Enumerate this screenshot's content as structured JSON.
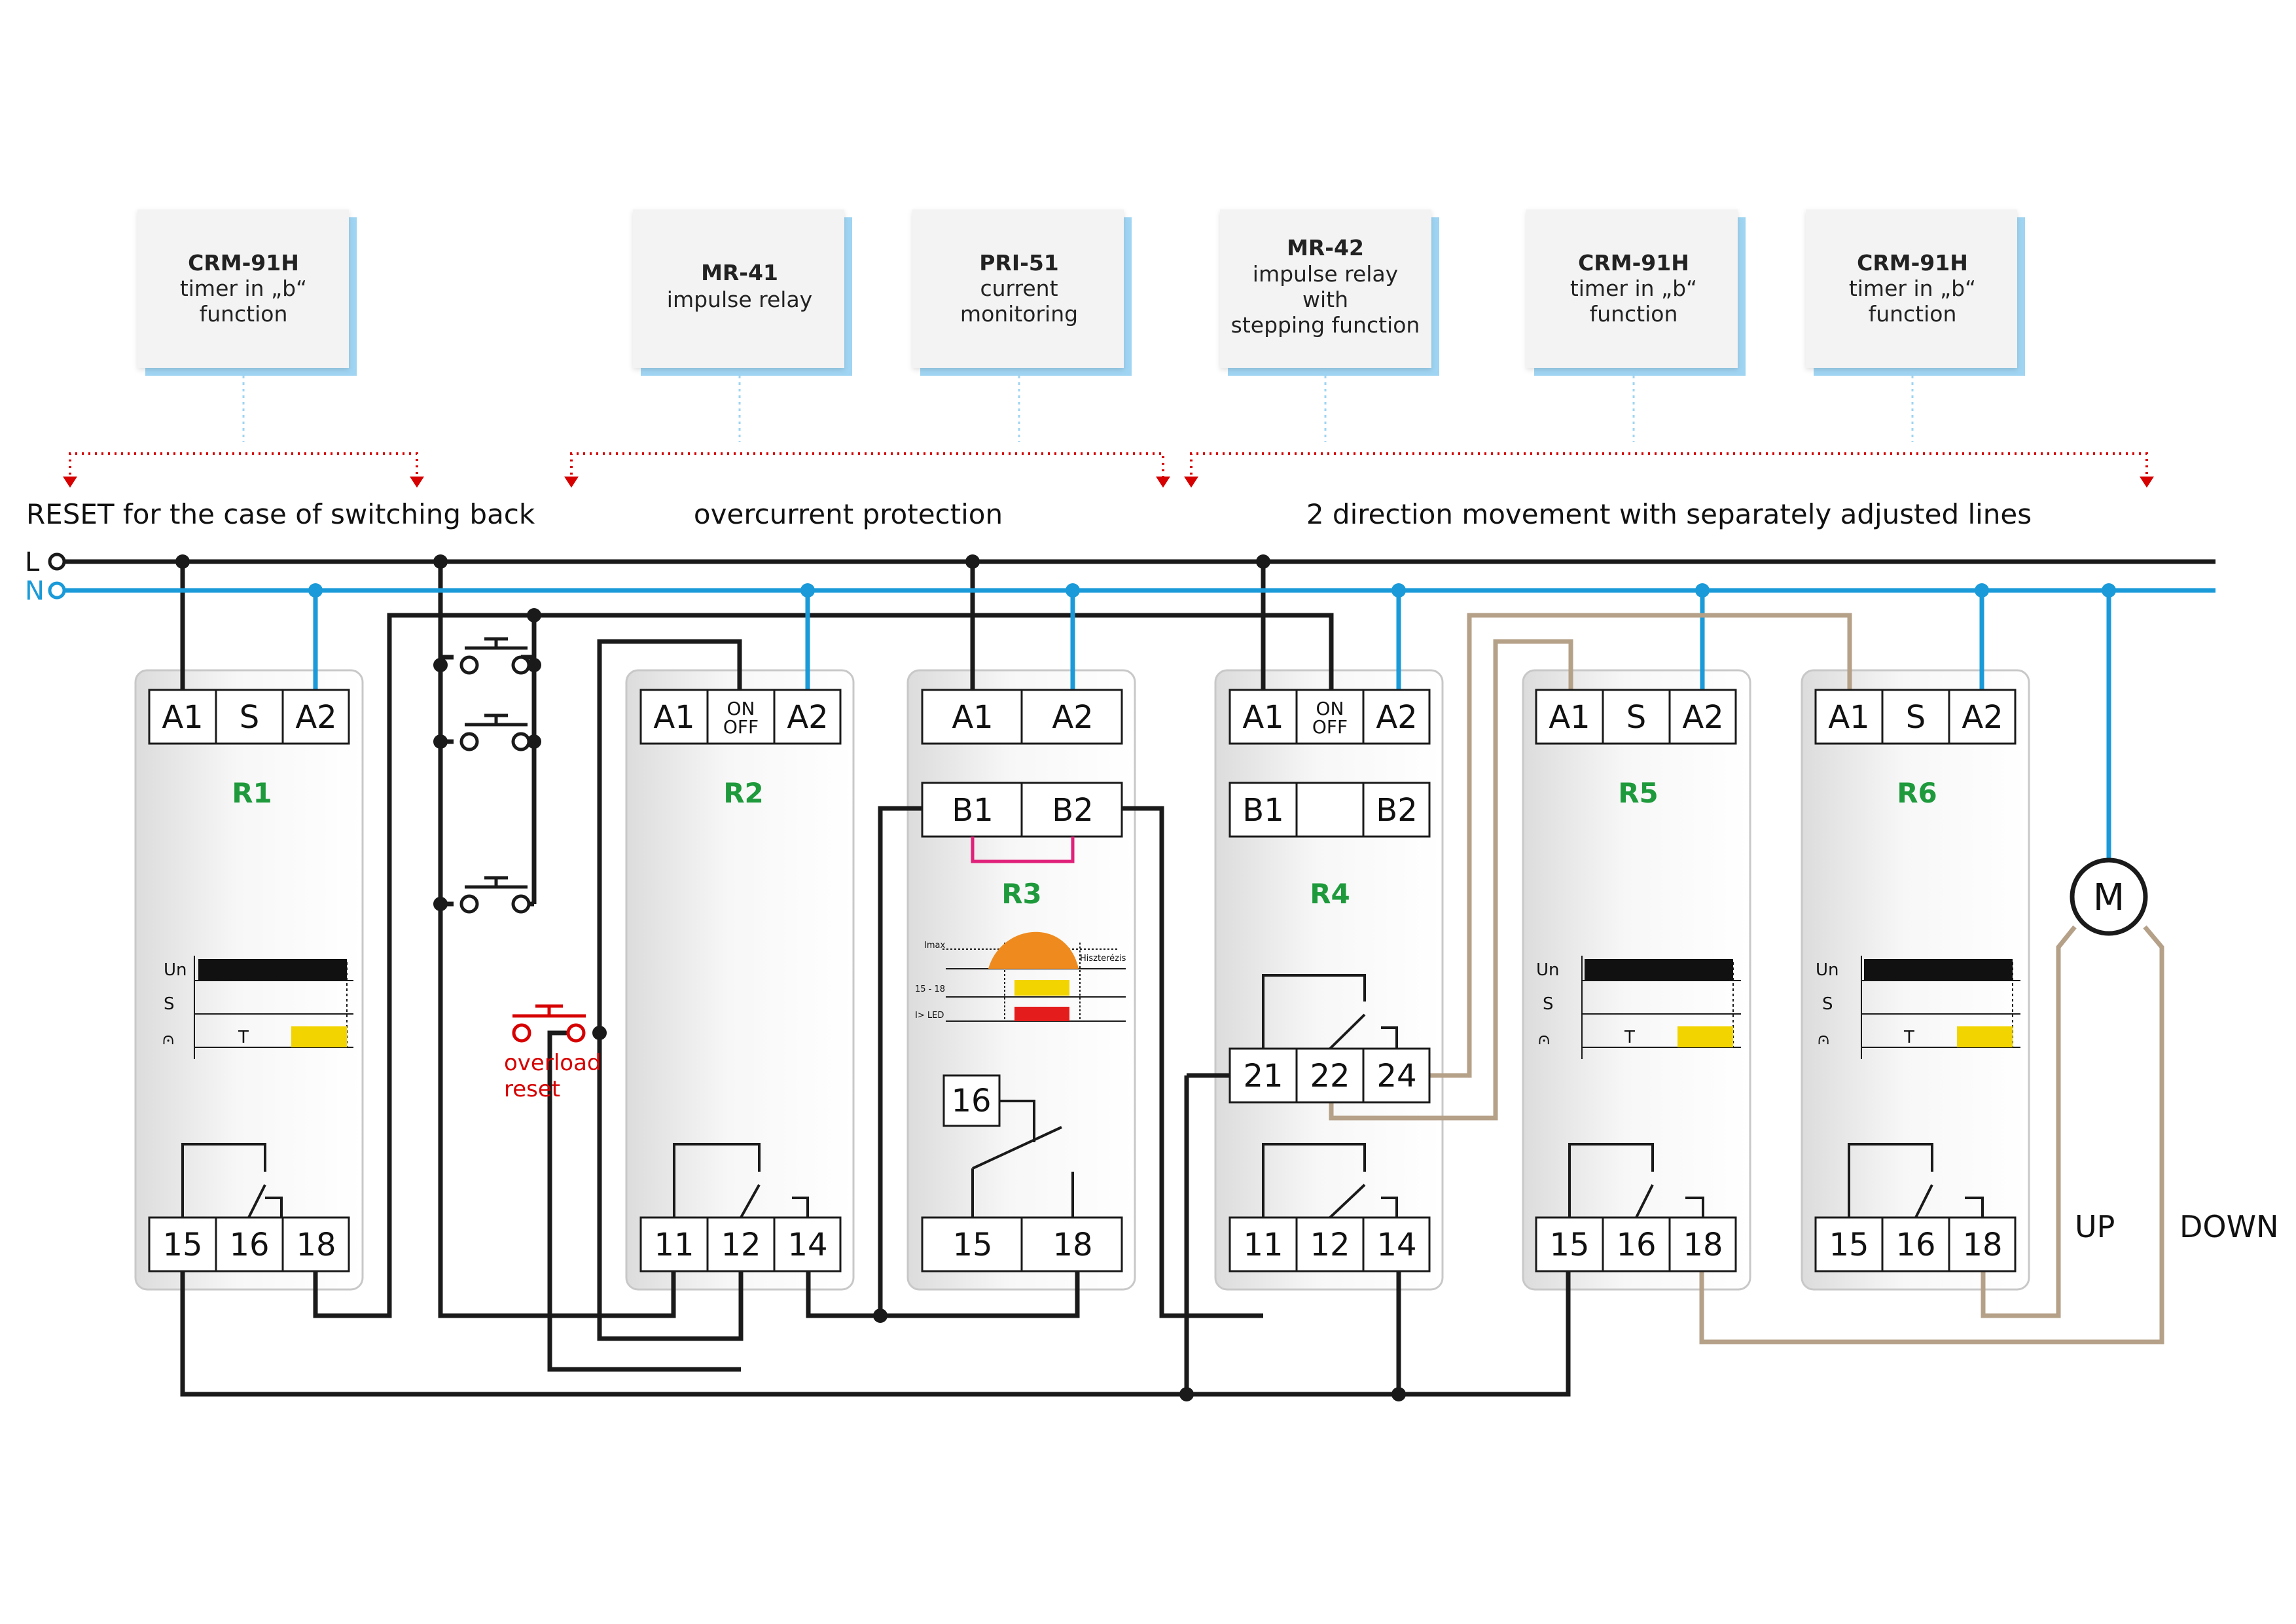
{
  "device_tags": [
    {
      "model": "CRM-91H",
      "lines": [
        "timer in „b“",
        "function"
      ]
    },
    {
      "model": "MR-41",
      "lines": [
        "impulse relay"
      ]
    },
    {
      "model": "PRI-51",
      "lines": [
        "current",
        "monitoring"
      ]
    },
    {
      "model": "MR-42",
      "lines": [
        "impulse relay",
        "with",
        "stepping function"
      ]
    },
    {
      "model": "CRM-91H",
      "lines": [
        "timer in „b“",
        "function"
      ]
    },
    {
      "model": "CRM-91H",
      "lines": [
        "timer in „b“",
        "function"
      ]
    }
  ],
  "sections": [
    "RESET for the case of switching back",
    "overcurrent protection",
    "2 direction movement with separately adjusted lines"
  ],
  "bus": {
    "line": "L",
    "neutral": "N"
  },
  "relays": {
    "R1": {
      "name": "R1",
      "top": [
        "A1",
        "S",
        "A2"
      ],
      "bottom": [
        "15",
        "16",
        "18"
      ]
    },
    "R2": {
      "name": "R2",
      "top": [
        "A1",
        "ON",
        "OFF",
        "A2"
      ],
      "bottom": [
        "11",
        "12",
        "14"
      ]
    },
    "R3": {
      "name": "R3",
      "top": [
        "A1",
        "A2"
      ],
      "mid": [
        "B1",
        "B2"
      ],
      "contact": "16",
      "bottom": [
        "15",
        "18"
      ],
      "graph": {
        "imax": "Imax",
        "hyst": "Hiszterézis",
        "row1": "15 - 18",
        "row2": "I> LED"
      }
    },
    "R4": {
      "name": "R4",
      "top": [
        "A1",
        "ON",
        "OFF",
        "A2"
      ],
      "mid": [
        "B1",
        "B2"
      ],
      "contacts": [
        "21",
        "22",
        "24"
      ],
      "bottom": [
        "11",
        "12",
        "14"
      ]
    },
    "R5": {
      "name": "R5",
      "top": [
        "A1",
        "S",
        "A2"
      ],
      "bottom": [
        "15",
        "16",
        "18"
      ]
    },
    "R6": {
      "name": "R6",
      "top": [
        "A1",
        "S",
        "A2"
      ],
      "bottom": [
        "15",
        "16",
        "18"
      ]
    }
  },
  "timing_chart": {
    "un": "Un",
    "s": "S",
    "relay": "⩀",
    "t": "T"
  },
  "overload": [
    "overload",
    "reset"
  ],
  "motor": {
    "label": "M",
    "up": "UP",
    "down": "DOWN"
  },
  "colors": {
    "line": "#1a1a1a",
    "neutral": "#1a9ad8",
    "control": "#b5a088",
    "alert": "#d60000",
    "title": "#1e9a3c",
    "bridge": "#e0217a",
    "timer": "#f2d400"
  }
}
